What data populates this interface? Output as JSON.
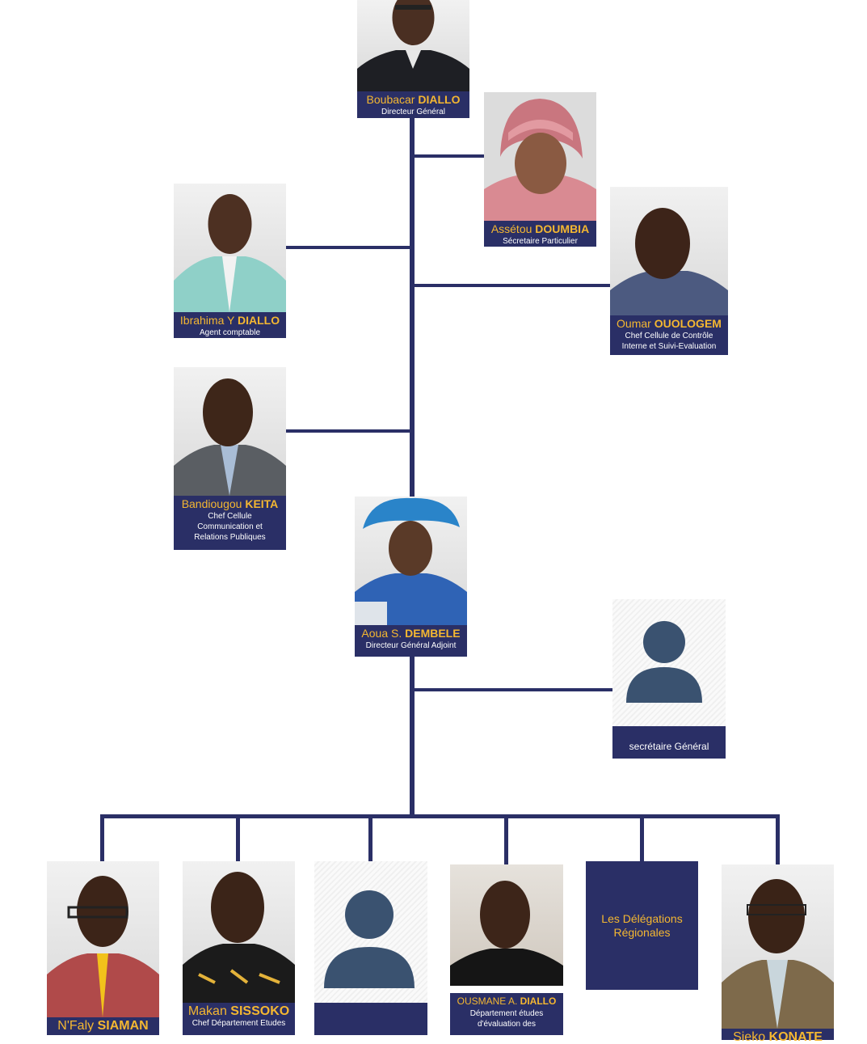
{
  "colors": {
    "navy": "#2a2f66",
    "gold": "#f4b731",
    "avatar": "#3a5270"
  },
  "people": {
    "dg": {
      "first": "Boubacar ",
      "last": "DIALLO",
      "role": "Directeur Général"
    },
    "sp": {
      "first": "Assétou ",
      "last": "DOUMBIA",
      "role": "Sécretaire Particulier"
    },
    "ac": {
      "first": "Ibrahima Y ",
      "last": "DIALLO",
      "role": "Agent comptable"
    },
    "ccci": {
      "first": "Oumar ",
      "last": "OUOLOGEM",
      "role": "Chef Cellule de Contrôle Interne et Suivi-Evaluation"
    },
    "cccrp": {
      "first": "Bandiougou ",
      "last": "KEITA",
      "role": "Chef Cellule Communication et Relations Publiques"
    },
    "dga": {
      "first": "Aoua S. ",
      "last": "DEMBELE",
      "role": "Directeur Général Adjoint"
    },
    "sg": {
      "role": "secrétaire Général",
      "icon": "user-placeholder-icon"
    },
    "d1": {
      "first": "N'Faly ",
      "last": "SIAMAN"
    },
    "d2": {
      "first": "Makan ",
      "last": "SISSOKO",
      "role": "Chef  Département Etudes"
    },
    "d3": {
      "icon": "user-placeholder-icon"
    },
    "d4": {
      "first": "OUSMANE A. ",
      "last": "DIALLO",
      "role": "Département études d'évaluation des"
    },
    "d5": {
      "label": "Les Délégations Régionales"
    },
    "d6": {
      "first": "Sieko ",
      "last": "KONATE"
    }
  }
}
